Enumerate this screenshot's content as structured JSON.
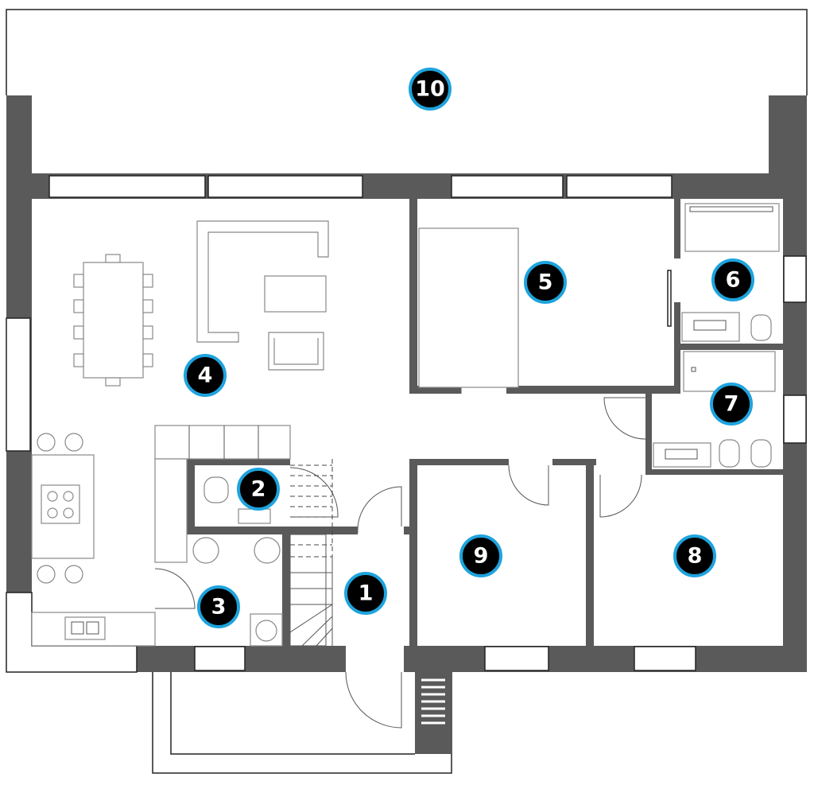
{
  "plan": {
    "rooms": [
      {
        "id": "1",
        "label": "1"
      },
      {
        "id": "2",
        "label": "2"
      },
      {
        "id": "3",
        "label": "3"
      },
      {
        "id": "4",
        "label": "4"
      },
      {
        "id": "5",
        "label": "5"
      },
      {
        "id": "6",
        "label": "6"
      },
      {
        "id": "7",
        "label": "7"
      },
      {
        "id": "8",
        "label": "8"
      },
      {
        "id": "9",
        "label": "9"
      },
      {
        "id": "10",
        "label": "10"
      }
    ],
    "colors": {
      "wall": "#5a5a5a",
      "badge_ring": "#1ea3dd",
      "badge_fill": "#000000"
    }
  }
}
